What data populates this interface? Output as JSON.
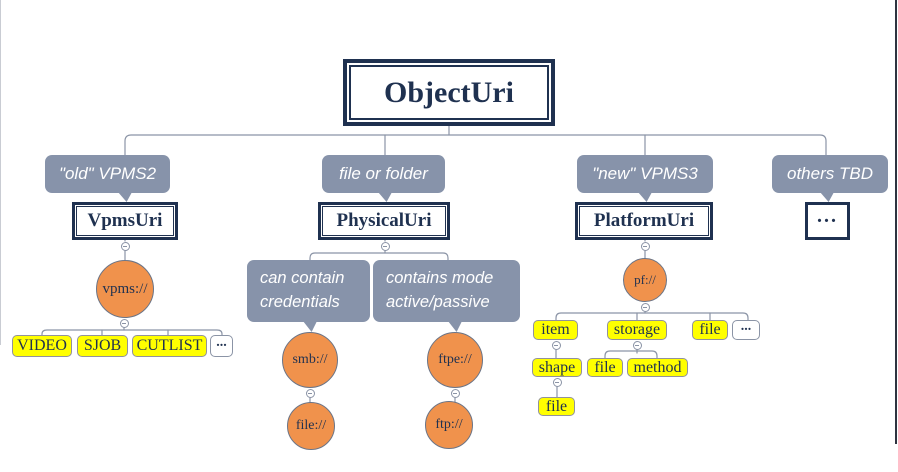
{
  "colors": {
    "navy": "#1f3150",
    "callout_bg": "#8793aa",
    "circle_orange": "#f0924c",
    "leaf_yellow": "#ffff00",
    "connector_gray": "#8b94a6"
  },
  "root": {
    "label": "ObjectUri"
  },
  "vpms": {
    "callout": "\"old\" VPMS2",
    "topic": "VpmsUri",
    "scheme": "vpms://",
    "children": [
      "VIDEO",
      "SJOB",
      "CUTLIST"
    ],
    "more": "..."
  },
  "physical": {
    "callout": "file or folder",
    "topic": "PhysicalUri",
    "notes": [
      {
        "text": "can contain credentials",
        "scheme": "smb://",
        "child": "file://"
      },
      {
        "text": "contains mode active/passive",
        "scheme": "ftpe://",
        "child": "ftp://"
      }
    ]
  },
  "platform": {
    "callout": "\"new\" VPMS3",
    "topic": "PlatformUri",
    "scheme": "pf://",
    "children": [
      "item",
      "storage",
      "file"
    ],
    "more": "...",
    "item_child": "shape",
    "shape_child": "file",
    "storage_children": [
      "file",
      "method"
    ]
  },
  "others": {
    "callout": "others TBD",
    "topic": "..."
  }
}
